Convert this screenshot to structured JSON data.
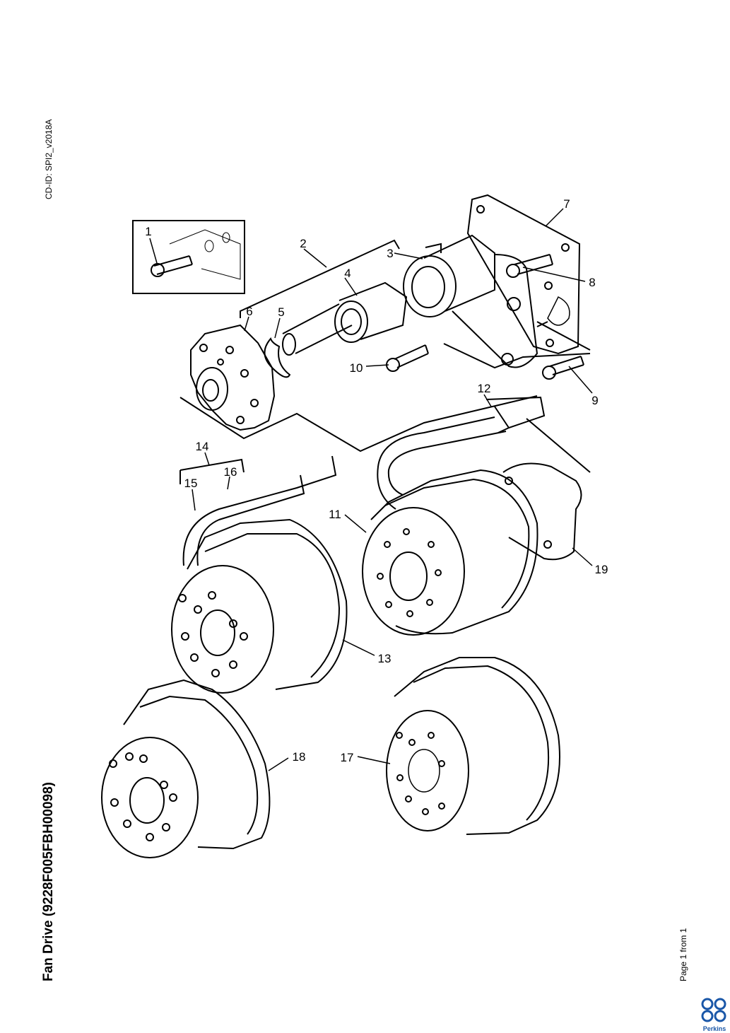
{
  "header": {
    "cd_id": "CD-ID: SPI2_v2018A"
  },
  "title": "Fan Drive (9228F005FBH00098)",
  "footer": {
    "page": "Page 1 from 1",
    "brand": "Perkins"
  },
  "brand_color": "#1a57a8",
  "callouts": [
    "1",
    "2",
    "3",
    "4",
    "5",
    "6",
    "7",
    "8",
    "9",
    "10",
    "11",
    "12",
    "13",
    "14",
    "15",
    "16",
    "17",
    "18",
    "19"
  ]
}
